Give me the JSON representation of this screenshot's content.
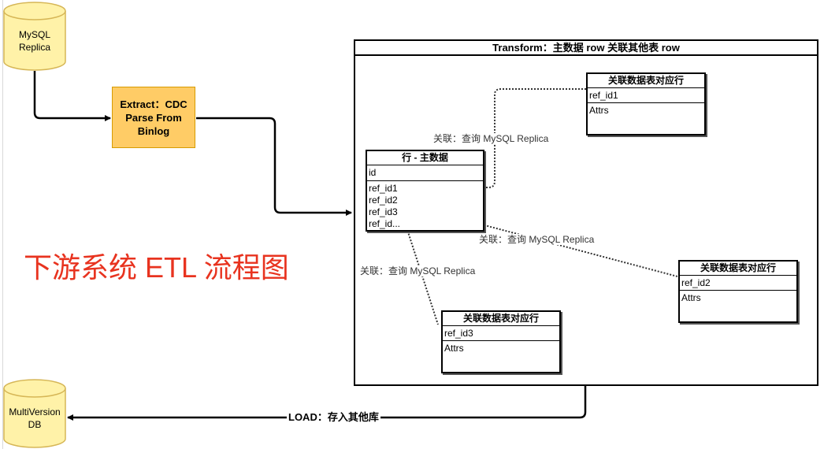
{
  "colors": {
    "cylinder_fill": "#fff2a8",
    "cylinder_stroke": "#d6b656",
    "extract_fill": "#ffcc66",
    "extract_stroke": "#d79b00",
    "title_red": "#e8331f"
  },
  "source_db": {
    "line1": "MySQL",
    "line2": "Replica"
  },
  "extract": {
    "line1": "Extract：CDC",
    "line2": "Parse From",
    "line3": "Binlog"
  },
  "transform": {
    "title": "Transform：主数据 row 关联其他表 row"
  },
  "main_table": {
    "title": "行 - 主数据",
    "id_field": "id",
    "fields": [
      "ref_id1",
      "ref_id2",
      "ref_id3",
      "ref_id..."
    ]
  },
  "ref_table_1": {
    "title": "关联数据表对应行",
    "key": "ref_id1",
    "attrs": "Attrs"
  },
  "ref_table_2": {
    "title": "关联数据表对应行",
    "key": "ref_id2",
    "attrs": "Attrs"
  },
  "ref_table_3": {
    "title": "关联数据表对应行",
    "key": "ref_id3",
    "attrs": "Attrs"
  },
  "relations": {
    "rel1": "关联：查询 MySQL Replica",
    "rel2": "关联：查询 MySQL Replica",
    "rel3": "关联：查询 MySQL Replica"
  },
  "diagram_title": "下游系统 ETL 流程图",
  "load": {
    "label": "LOAD：存入其他库"
  },
  "target_db": {
    "line1": "MultiVersion",
    "line2": "DB"
  }
}
